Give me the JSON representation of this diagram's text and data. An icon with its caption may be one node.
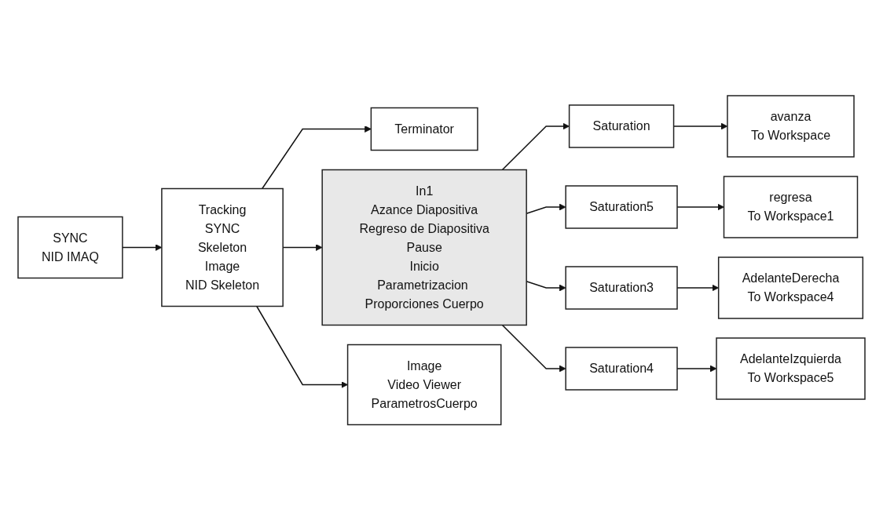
{
  "diagram": {
    "nodes": [
      {
        "text": [
          "SYNC",
          "NID IMAQ"
        ]
      },
      {
        "text": [
          "Tracking",
          "SYNC",
          "Skeleton",
          "Image",
          "NID Skeleton"
        ]
      },
      {
        "text": [
          "Terminator"
        ]
      },
      {
        "text": [
          "In1",
          "Azance Diapositiva",
          "Regreso de Diapositiva",
          "Pause",
          "Inicio",
          "Parametrizacion Proporciones Cuerpo"
        ]
      },
      {
        "text": [
          "Image",
          "Video Viewer",
          "ParametrosCuerpo"
        ]
      },
      {
        "text": [
          "Saturation"
        ]
      },
      {
        "text": [
          "avanza",
          "To Workspace"
        ]
      },
      {
        "text": [
          "Saturation5"
        ]
      },
      {
        "text": [
          "regresa",
          "To Workspace1"
        ]
      },
      {
        "text": [
          "Saturation3"
        ]
      },
      {
        "text": [
          "AdelanteDerecha",
          "To Workspace4"
        ]
      },
      {
        "text": [
          "Saturation4"
        ]
      },
      {
        "text": [
          "AdelanteIzquierda",
          "To Workspace5"
        ]
      }
    ],
    "edges": [
      {
        "from": 0,
        "to": 1,
        "arrow": "to"
      },
      {
        "from": 1,
        "to": 2,
        "arrow": "to"
      },
      {
        "from": 1,
        "to": 3,
        "arrow": "to"
      },
      {
        "from": 1,
        "to": 4,
        "arrow": "to"
      },
      {
        "from": 3,
        "to": 5,
        "arrow": "to"
      },
      {
        "from": 5,
        "to": 6,
        "arrow": "to"
      },
      {
        "from": 3,
        "to": 7,
        "arrow": "to"
      },
      {
        "from": 7,
        "to": 8,
        "arrow": "to"
      },
      {
        "from": 3,
        "to": 9,
        "arrow": "to"
      },
      {
        "from": 9,
        "to": 10,
        "arrow": "to"
      },
      {
        "from": 3,
        "to": 11,
        "arrow": "to"
      },
      {
        "from": 11,
        "to": 12,
        "arrow": "to"
      }
    ]
  }
}
